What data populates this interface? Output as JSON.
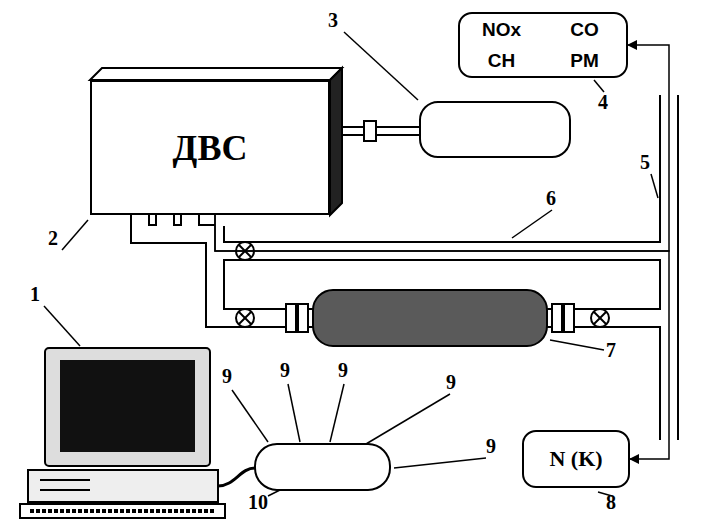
{
  "diagram": {
    "nodes": [
      {
        "text": [
          "ДВС"
        ]
      },
      {
        "text": [
          "NOx",
          "CO",
          "CH",
          "PM"
        ]
      },
      {
        "text": [
          "N (K)"
        ]
      }
    ],
    "edges": [
      {
        "from": 0,
        "to": 1,
        "arrow": "to"
      },
      {
        "from": 0,
        "to": 2,
        "arrow": "to"
      }
    ],
    "labels": [
      "1",
      "2",
      "3",
      "4",
      "5",
      "6",
      "7",
      "8",
      "9",
      "9",
      "9",
      "9",
      "9",
      "10"
    ]
  }
}
